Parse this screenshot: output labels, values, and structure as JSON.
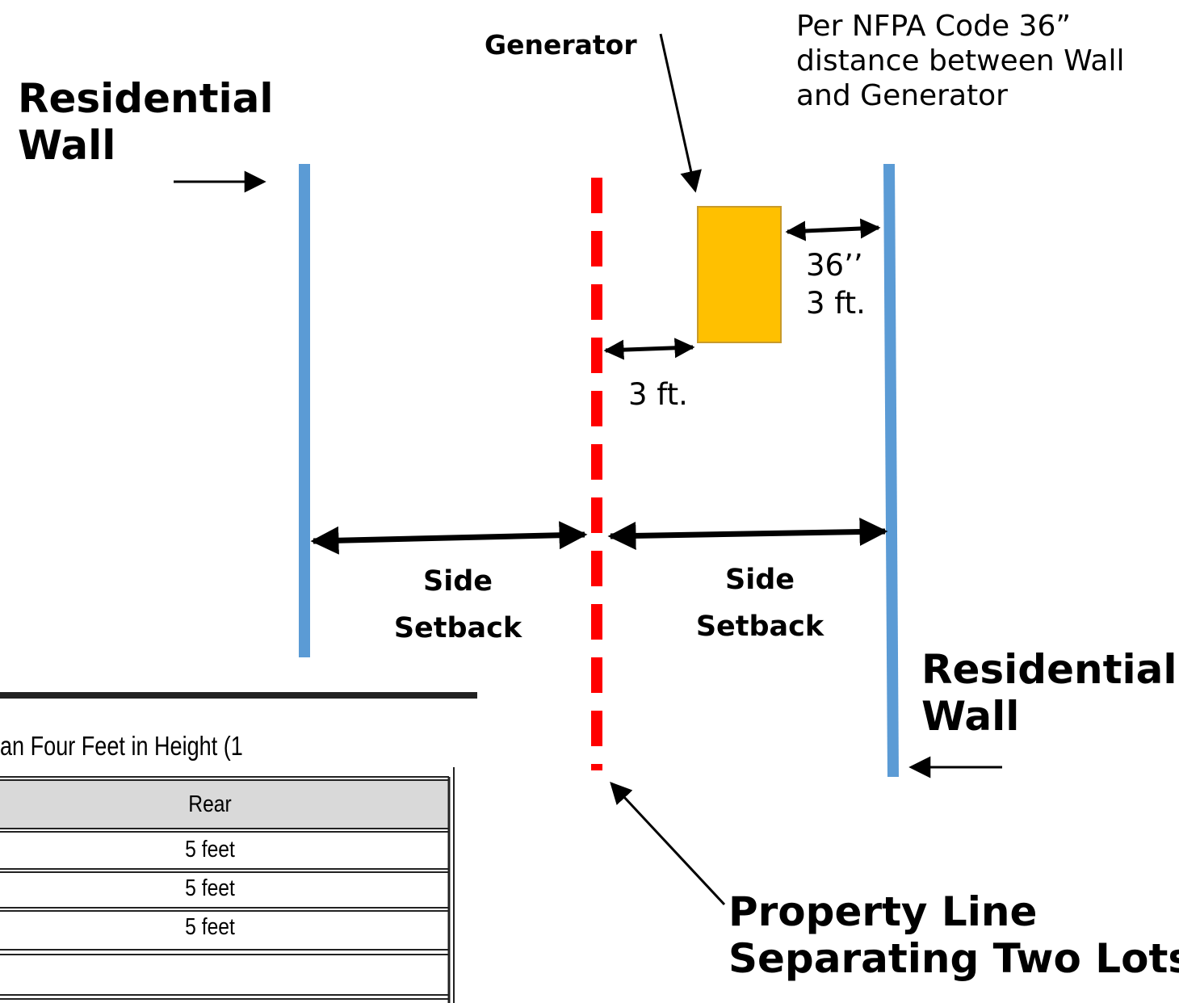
{
  "labels": {
    "residential_wall_left": [
      "Residential",
      "Wall"
    ],
    "residential_wall_right": [
      "Residential",
      "Wall"
    ],
    "generator": "Generator",
    "nfpa_note": [
      "Per NFPA Code 36”",
      "distance between Wall",
      "and Generator"
    ],
    "clearance_wall": [
      "36’’",
      "3 ft."
    ],
    "clearance_property": "3 ft.",
    "side_setback_left": [
      "Side",
      "Setback"
    ],
    "side_setback_right": [
      "Side",
      "Setback"
    ],
    "property_line": [
      "Property Line",
      "Separating Two Lots"
    ]
  },
  "table_fragment": {
    "title": "an Four Feet in Height (1",
    "header": "Rear",
    "rows": [
      "5 feet",
      "5 feet",
      "5 feet",
      ""
    ]
  },
  "colors": {
    "wall": "#5b9bd5",
    "property_line": "#ff0000",
    "generator_fill": "#ffc000",
    "generator_border": "#c89a2a",
    "arrow": "#000000"
  }
}
